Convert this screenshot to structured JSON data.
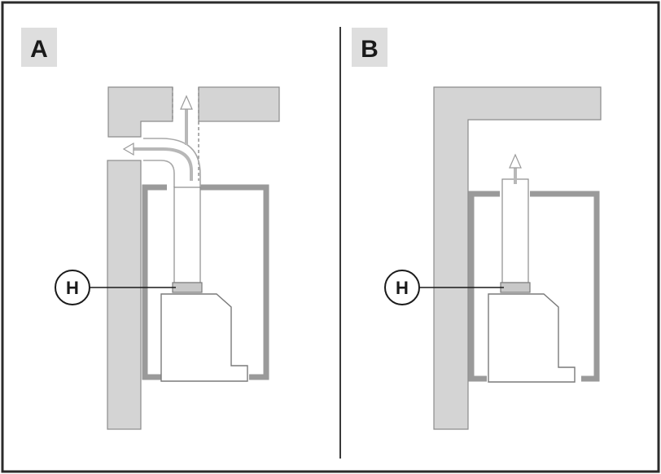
{
  "panels": {
    "a": {
      "letter": "A",
      "callout": "H"
    },
    "b": {
      "letter": "B",
      "callout": "H"
    }
  },
  "colors": {
    "frame": "#2b2b2b",
    "masonry_fill": "#d4d4d4",
    "masonry_stroke": "#8c8c8c",
    "enclosure": "#9a9a9a",
    "label_bg": "#dedede",
    "arrow": "#b0b0b0"
  }
}
